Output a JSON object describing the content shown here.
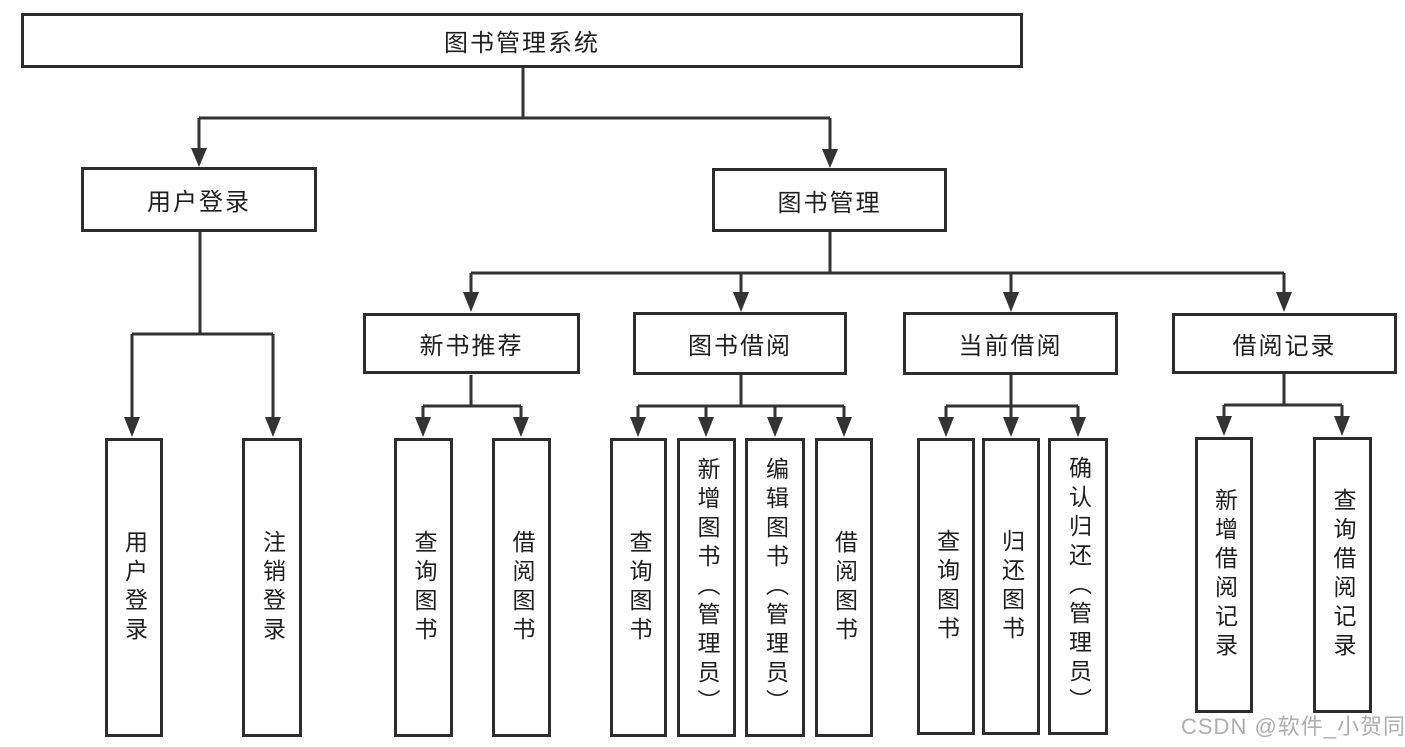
{
  "tree": {
    "root": {
      "label": "图书管理系统",
      "children": [
        {
          "label": "用户登录",
          "children": [
            {
              "label": "用户登录"
            },
            {
              "label": "注销登录"
            }
          ]
        },
        {
          "label": "图书管理",
          "children": [
            {
              "label": "新书推荐",
              "children": [
                {
                  "label": "查询图书"
                },
                {
                  "label": "借阅图书"
                }
              ]
            },
            {
              "label": "图书借阅",
              "children": [
                {
                  "label": "查询图书"
                },
                {
                  "label": "新增图书（管理员）"
                },
                {
                  "label": "编辑图书（管理员）"
                },
                {
                  "label": "借阅图书"
                }
              ]
            },
            {
              "label": "当前借阅",
              "children": [
                {
                  "label": "查询图书"
                },
                {
                  "label": "归还图书"
                },
                {
                  "label": "确认归还（管理员）"
                }
              ]
            },
            {
              "label": "借阅记录",
              "children": [
                {
                  "label": "新增借阅记录"
                },
                {
                  "label": "查询借阅记录"
                }
              ]
            }
          ]
        }
      ]
    }
  },
  "watermark": {
    "text": "CSDN @软件_小贺同学"
  },
  "colors": {
    "line": "#333333",
    "box_border": "#2d2d2d",
    "text": "#1e1e1e",
    "watermark": "#aeaeae",
    "background": "#ffffff"
  }
}
